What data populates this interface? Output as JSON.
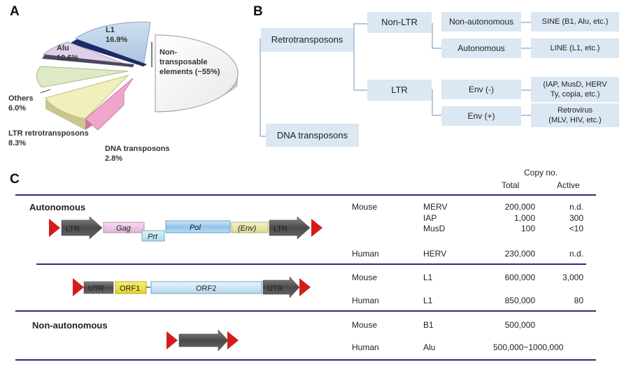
{
  "panels": {
    "a": "A",
    "b": "B",
    "c": "C"
  },
  "pie": {
    "slices": [
      {
        "label": "L1",
        "value": "16.9%",
        "color": "#bed2ea"
      },
      {
        "label": "Non-transposable elements",
        "value": "~55%",
        "color": "#ffffff"
      },
      {
        "label": "DNA transposons",
        "value": "2.8%",
        "color": "#f0a6cc"
      },
      {
        "label": "LTR retrotransposons",
        "value": "8.3%",
        "color": "#f1efbc"
      },
      {
        "label": "Others",
        "value": "6.0%",
        "color": "#dceac6"
      },
      {
        "label": "Alu",
        "value": "10.6%",
        "color": "#ddd1ea"
      }
    ],
    "text": {
      "l1_name": "L1",
      "l1_pct": "16.9%",
      "nte_1": "Non-",
      "nte_2": "transposable",
      "nte_3": "elements (~55%)",
      "alu_name": "Alu",
      "alu_pct": "10.6%",
      "others_name": "Others",
      "others_pct": "6.0%",
      "ltr_name": "LTR retrotransposons",
      "ltr_pct": "8.3%",
      "dna_name": "DNA transposons",
      "dna_pct": "2.8%"
    }
  },
  "tree": {
    "retro": "Retrotransposons",
    "dna": "DNA transposons",
    "nonltr": "Non-LTR",
    "ltr": "LTR",
    "nonauto": "Non-autonomous",
    "auto": "Autonomous",
    "env_minus": "Env (-)",
    "env_plus": "Env (+)",
    "sine": "SINE (B1, Alu, etc.)",
    "line": "LINE (L1, etc.)",
    "iap_1": "(IAP, MusD, HERV",
    "iap_2": "Ty, copia, etc.)",
    "retrovirus_1": "Retrovirus",
    "retrovirus_2": "(MLV, HIV, etc.)"
  },
  "table": {
    "header": {
      "copy_no": "Copy no.",
      "total": "Total",
      "active": "Active"
    },
    "groups": {
      "autonomous": "Autonomous",
      "nonautonomous": "Non-autonomous"
    },
    "segments": {
      "ltr": "LTR",
      "gag": "Gag",
      "prt": "Prt",
      "pol": "Pol",
      "env": "(Env)",
      "utr": "UTR",
      "orf1": "ORF1",
      "orf2": "ORF2"
    },
    "rows": [
      {
        "species": "Mouse",
        "element": "MERV",
        "total": "200,000",
        "active": "n.d."
      },
      {
        "species": "",
        "element": "IAP",
        "total": "1,000",
        "active": "300"
      },
      {
        "species": "",
        "element": "MusD",
        "total": "100",
        "active": "<10"
      },
      {
        "species": "Human",
        "element": "HERV",
        "total": "230,000",
        "active": "n.d."
      },
      {
        "species": "Mouse",
        "element": "L1",
        "total": "600,000",
        "active": "3,000"
      },
      {
        "species": "Human",
        "element": "L1",
        "total": "850,000",
        "active": "80"
      },
      {
        "species": "Mouse",
        "element": "B1",
        "total": "500,000",
        "active": ""
      },
      {
        "species": "Human",
        "element": "Alu",
        "total": "500,000~1000,000",
        "active": ""
      }
    ]
  }
}
